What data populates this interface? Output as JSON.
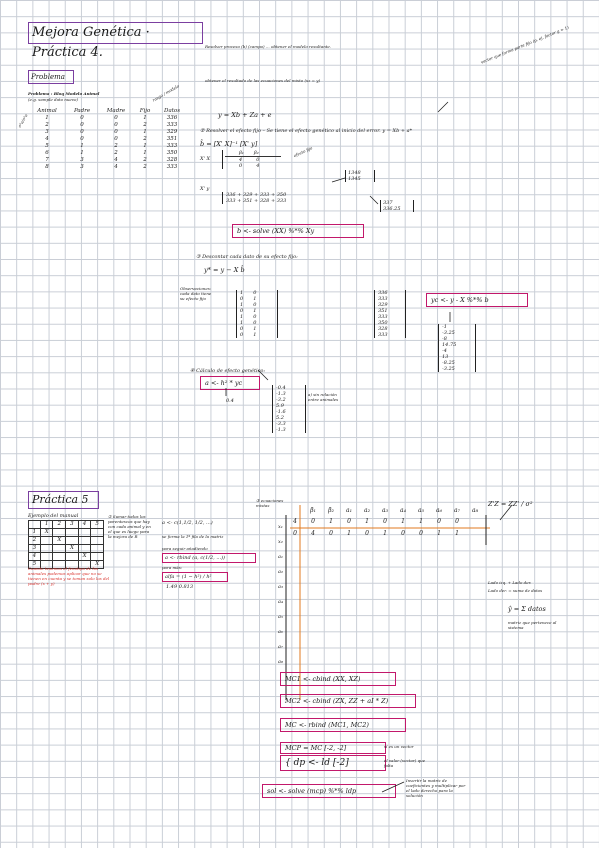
{
  "title": "Mejora Genética · Práctica 4.",
  "notes": {
    "top_1": "Resolver proceso (b) (campo) ... obtener el modelo resultante.",
    "top_2": "obtener el resultado de las ecuaciones del mixto (xz = y)",
    "vector_note": "vector que forma parte fijo (p. ej. factor g = 1)"
  },
  "problema": {
    "label": "Problema",
    "caption_1": "Problema : Bloq Modelo Animal",
    "caption_2": "(e.g. sample dato nuevo)",
    "side_note": "rasgo / modelo",
    "headers": [
      "Animal",
      "Padre",
      "Madre",
      "Fijo",
      "Datos"
    ],
    "rows": [
      [
        "1",
        "0",
        "0",
        "1",
        "336"
      ],
      [
        "2",
        "0",
        "0",
        "2",
        "333"
      ],
      [
        "3",
        "0",
        "0",
        "1",
        "329"
      ],
      [
        "4",
        "0",
        "0",
        "2",
        "351"
      ],
      [
        "5",
        "1",
        "2",
        "1",
        "333"
      ],
      [
        "6",
        "1",
        "2",
        "1",
        "350"
      ],
      [
        "7",
        "3",
        "4",
        "2",
        "328"
      ],
      [
        "8",
        "3",
        "4",
        "2",
        "333"
      ]
    ],
    "left_mark": "σ²a/σ²e"
  },
  "model_eq": "y = Xb + Za + e",
  "step2": {
    "text": "② Resolver el efecto fijo – Se tiene el efecto genético al inicio del error.  y = Xb + a*",
    "bhat": "b̂ = [X' X]⁻¹ [X' y]",
    "xpx_label": "X' X",
    "xpx_rows": [
      [
        "4",
        "0"
      ],
      [
        "0",
        "4"
      ]
    ],
    "xpx_head": [
      "β₁",
      "β₂"
    ],
    "xpy_label": "X' y",
    "xpy_rows": [
      "336 + 329 + 333 + 350",
      "333 + 351 + 328 + 333"
    ],
    "xpy_res": [
      "1348",
      "1345"
    ],
    "b_res": [
      "337",
      "336.25"
    ],
    "small_note": "efecto fijo"
  },
  "code_1": "b <- solve (XX) %*% Xy",
  "step3": {
    "text": "③ Descontar cada dato de su efecto fijo:",
    "eq": "y* = y − X b̂",
    "side_note": "Observaciones: cada dato tiene su efecto fijo",
    "x_matrix": [
      [
        "1",
        "0"
      ],
      [
        "0",
        "1"
      ],
      [
        "1",
        "0"
      ],
      [
        "0",
        "1"
      ],
      [
        "1",
        "0"
      ],
      [
        "1",
        "0"
      ],
      [
        "0",
        "1"
      ],
      [
        "0",
        "1"
      ]
    ],
    "y_vec": [
      "336",
      "333",
      "329",
      "351",
      "333",
      "350",
      "328",
      "333"
    ],
    "code": "yc <- y - X %*% b",
    "yc_vec": [
      "-1",
      "-3.25",
      "-8",
      "14.75",
      "-4",
      "13",
      "-8.25",
      "-3.25"
    ]
  },
  "step4": {
    "text": "④ Cálculo de efecto genético:",
    "code": "a <- h² * yc",
    "h2": "0.4",
    "a_vec": [
      "-0.4",
      "-1.3",
      "-3.2",
      "5.9",
      "-1.6",
      "5.2",
      "-3.3",
      "-1.3"
    ],
    "note": "a) sin relación entre animales"
  },
  "practica5": {
    "title": "Práctica 5",
    "caption": "Ejemplo del manual",
    "grid_head": [
      "1",
      "2",
      "3",
      "4",
      "5"
    ],
    "grid_rows": [
      [
        "1",
        "X",
        "",
        "",
        "",
        ""
      ],
      [
        "2",
        "",
        "X",
        "",
        "",
        ""
      ],
      [
        "3",
        "",
        "",
        "X",
        "",
        ""
      ],
      [
        "4",
        "",
        "",
        "",
        "X",
        ""
      ],
      [
        "5",
        "",
        "",
        "",
        "",
        "X"
      ]
    ],
    "step1": "① Sumar todos los parentescos que hay con cada animal y en el que es luego para la mejora de R",
    "red_note": "Cuando tenemos el fenotipo de los animales podemos aplicar que no se tienen en cuenta y se toman solo los del padre (x + y)",
    "code_a": "a <- c(1,1/2, 1/2, ...)",
    "code_a_note": "se forma la 1ª fila de la matriz",
    "code_b_label": "para seguir añadiendo",
    "code_b": "a <- rbind (a, c(1/2, ...))",
    "code_c_label": "para más:",
    "code_c": "alfa = (1 − h²) / h²",
    "code_c_res": "1.49 0.813"
  },
  "step_ecu": {
    "title": "③ ecuaciones mixtas",
    "head": [
      "",
      "β₁",
      "β₂",
      "a₁",
      "a₂",
      "a₃",
      "a₄",
      "a₅",
      "a₆",
      "a₇",
      "a₈"
    ],
    "row1": [
      "4",
      "0",
      "1",
      "0",
      "1",
      "0",
      "1",
      "1",
      "0",
      "0"
    ],
    "row2": [
      "0",
      "4",
      "0",
      "1",
      "0",
      "1",
      "0",
      "0",
      "1",
      "1"
    ],
    "side_col": [
      "x₁",
      "x₂",
      "a₁",
      "a₂",
      "a₃",
      "a₄",
      "a₅",
      "a₆",
      "a₇",
      "a₈"
    ],
    "right_eq": "Z'Z = ZZ' / σ²",
    "right_note_1": "Lado izq. + Lado der.",
    "right_note_2": "Lado der. = suma de datos",
    "sum_eq": "ŷ = Σ datos",
    "sum_note": "matriz que pertenece al sistema"
  },
  "codes_bottom": [
    "MC1 <- cbind (XX, XZ)",
    "MC2 <- cbind (ZX, ZZ + aI * Z)",
    "MC <- rbind (MC1, MC2)",
    "MCP = MC [-2, -2]",
    "{ dp <- ld [-2]",
    "sol <- solve (mcp) %*% ldp"
  ],
  "bottom_notes": {
    "n1": "sí es un vector",
    "n2": "el valor (vector) que falta",
    "n3": "Invertir la matriz de coeficientes y multiplicar por el lado derecho para la solución"
  },
  "colors": {
    "title_box": "#7b3fa0",
    "code_box": "#c2186b",
    "red_note": "#d9302a",
    "grid": "#c9ced6",
    "orange_line": "#e07a1f"
  }
}
